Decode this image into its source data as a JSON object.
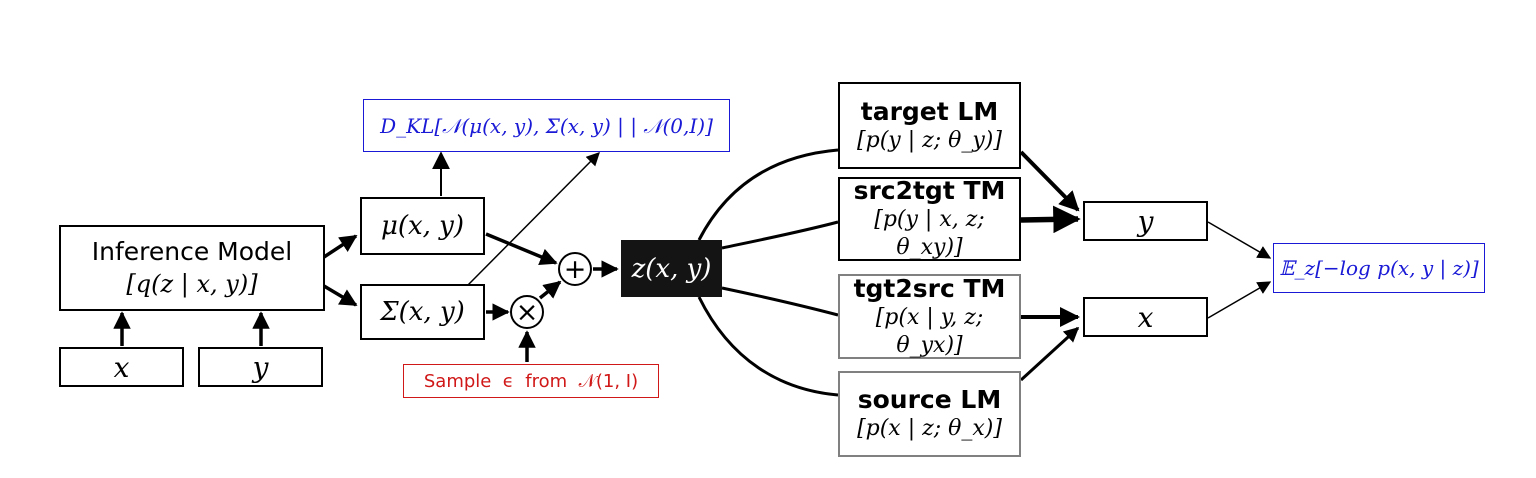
{
  "diagram": {
    "inputs": {
      "x": "x",
      "y": "y"
    },
    "inference_model": {
      "title": "Inference Model",
      "formula": "[q(z | x, y)]"
    },
    "mu": "μ(x, y)",
    "sigma": "Σ(x, y)",
    "kl_term": "D_KL[𝒩(μ(x, y), Σ(x, y) | | 𝒩(0,I)]",
    "sample": "Sample  ϵ  from  𝒩(1, I)",
    "plus_op": "+",
    "times_op": "×",
    "latent": "z(x, y)",
    "models": [
      {
        "title": "target LM",
        "formula": "[p(y | z; θ_y)]",
        "border": "black"
      },
      {
        "title": "src2tgt TM",
        "formula": "[p(y | x, z; θ_xy)]",
        "border": "black"
      },
      {
        "title": "tgt2src TM",
        "formula": "[p(x | y, z; θ_yx)]",
        "border": "gray"
      },
      {
        "title": "source LM",
        "formula": "[p(x | z; θ_x)]",
        "border": "gray"
      }
    ],
    "outputs": {
      "y": "y",
      "x": "x"
    },
    "objective": "𝔼_z[−log p(x, y | z)]",
    "colors": {
      "kl": "#1a1ad6",
      "objective": "#1a1ad6",
      "sample": "#d01818",
      "latent_bg": "#141414",
      "gray_border": "#808080"
    }
  }
}
